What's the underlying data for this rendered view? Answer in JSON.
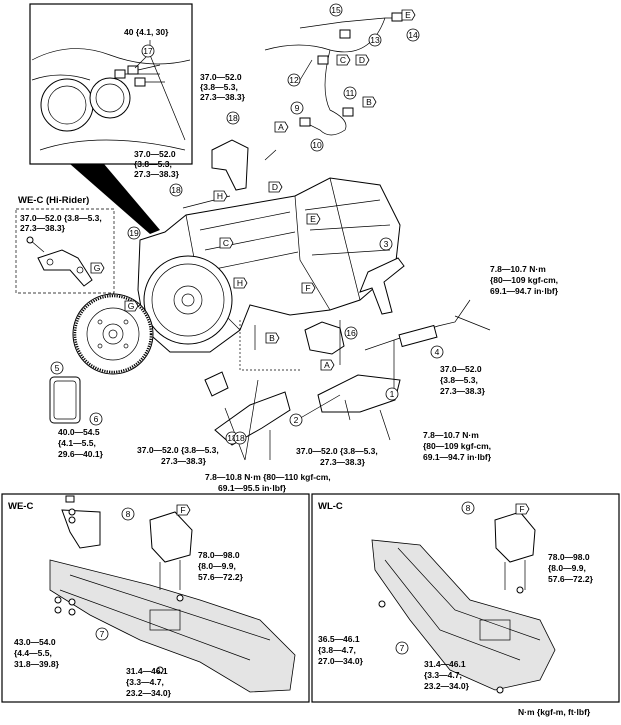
{
  "figure": {
    "unit_note": "N·m {kgf-m, ft·lbf}",
    "detail_box": {
      "torque_lines": [
        "40 {4.1, 30}"
      ]
    },
    "we_c_hi_rider": {
      "title": "WE-C (Hi-Rider)",
      "torque_lines": [
        "37.0—52.0 {3.8—5.3,",
        "27.3—38.3}"
      ]
    },
    "main_torques": [
      {
        "id": "t_top",
        "lines": [
          "37.0—52.0",
          "{3.8—5.3,",
          "27.3—38.3}"
        ]
      },
      {
        "id": "t_mid",
        "lines": [
          "37.0—52.0",
          "{3.8—5.3,",
          "27.3—38.3}"
        ]
      },
      {
        "id": "t_right1",
        "lines": [
          "7.8—10.7 N·m",
          "{80—109 kgf-cm,",
          "69.1—94.7 in·lbf}"
        ]
      },
      {
        "id": "t_right2",
        "lines": [
          "37.0—52.0",
          "{3.8—5.3,",
          "27.3—38.3}"
        ]
      },
      {
        "id": "t_right3",
        "lines": [
          "7.8—10.7 N·m",
          "{80—109 kgf-cm,",
          "69.1—94.7 in·lbf}"
        ]
      },
      {
        "id": "t_left6",
        "lines": [
          "40.0—54.5",
          "{4.1—5.5,",
          "29.6—40.1}"
        ]
      },
      {
        "id": "t_bot1",
        "lines": [
          "37.0—52.0 {3.8—5.3,",
          "27.3—38.3}"
        ]
      },
      {
        "id": "t_bot2",
        "lines": [
          "37.0—52.0 {3.8—5.3,",
          "27.3—38.3}"
        ]
      },
      {
        "id": "t_bot3",
        "lines": [
          "7.8—10.8 N·m {80—110 kgf-cm,",
          "69.1—95.5 in·lbf}"
        ]
      }
    ],
    "we_c": {
      "title": "WE-C",
      "torque_a": [
        "78.0—98.0",
        "{8.0—9.9,",
        "57.6—72.2}"
      ],
      "torque_b": [
        "43.0—54.0",
        "{4.4—5.5,",
        "31.8—39.8}"
      ],
      "torque_c": [
        "31.4—46.1",
        "{3.3—4.7,",
        "23.2—34.0}"
      ]
    },
    "wl_c": {
      "title": "WL-C",
      "torque_a": [
        "78.0—98.0",
        "{8.0—9.9,",
        "57.6—72.2}"
      ],
      "torque_b": [
        "36.5—46.1",
        "{3.8—4.7,",
        "27.0—34.0}"
      ],
      "torque_c": [
        "31.4—46.1",
        "{3.3—4.7,",
        "23.2—34.0}"
      ]
    },
    "callout_numbers": [
      "1",
      "2",
      "3",
      "4",
      "5",
      "6",
      "7",
      "8",
      "9",
      "10",
      "11",
      "12",
      "13",
      "14",
      "15",
      "16",
      "17",
      "18",
      "19"
    ],
    "letter_refs": [
      "A",
      "B",
      "C",
      "D",
      "E",
      "F",
      "G",
      "H"
    ]
  }
}
